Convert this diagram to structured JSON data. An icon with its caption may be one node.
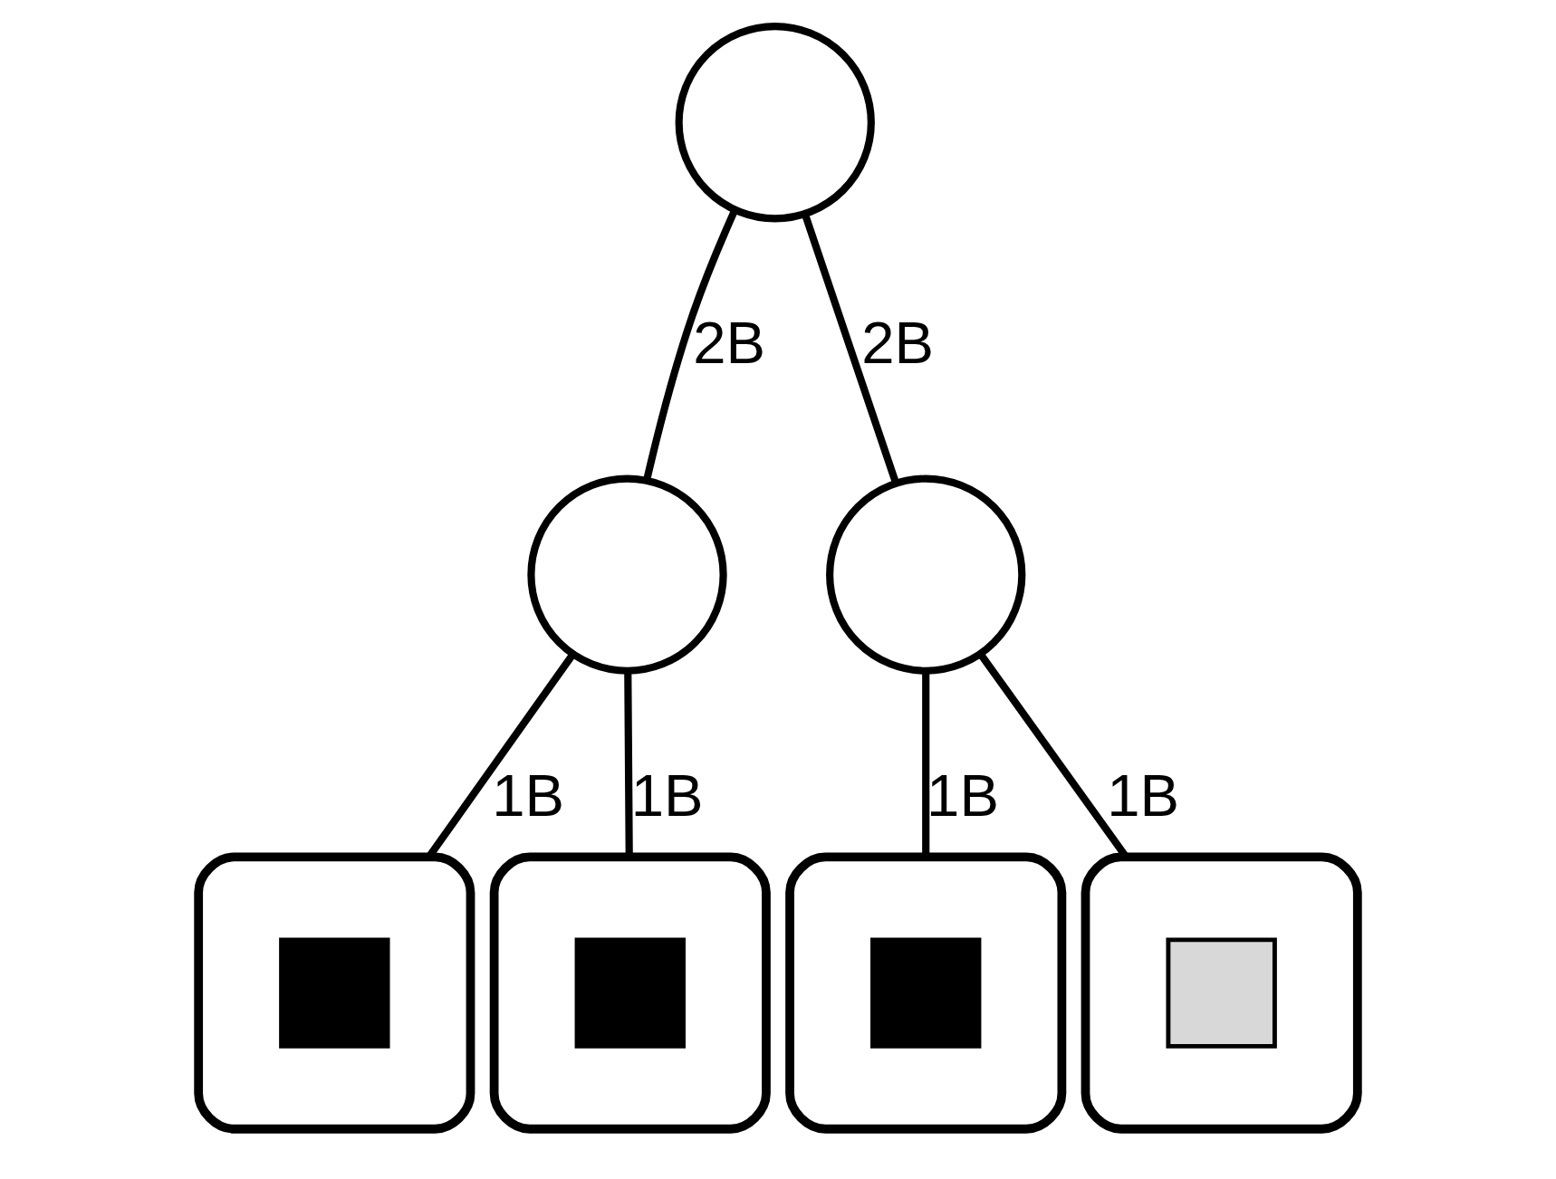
{
  "diagram": {
    "nodes": [
      {
        "text": [],
        "shape": "circle"
      },
      {
        "text": [],
        "shape": "circle"
      },
      {
        "text": [],
        "shape": "circle"
      },
      {
        "text": [],
        "shape": "box"
      },
      {
        "text": [],
        "shape": "box",
        "in": 3
      },
      {
        "text": [],
        "shape": "box"
      },
      {
        "text": [],
        "shape": "box",
        "in": 5
      },
      {
        "text": [],
        "shape": "box"
      },
      {
        "text": [],
        "shape": "box",
        "in": 7
      },
      {
        "text": [],
        "shape": "box"
      },
      {
        "text": [],
        "shape": "box",
        "in": 9
      }
    ],
    "edges": [
      {
        "from": 0,
        "to": 1,
        "arrow": "none",
        "label": "2B"
      },
      {
        "from": 0,
        "to": 2,
        "arrow": "none",
        "label": "2B"
      },
      {
        "from": 1,
        "to": 3,
        "arrow": "none",
        "label": "1B"
      },
      {
        "from": 1,
        "to": 5,
        "arrow": "none",
        "label": "1B"
      },
      {
        "from": 2,
        "to": 7,
        "arrow": "none",
        "label": "1B"
      },
      {
        "from": 2,
        "to": 9,
        "arrow": "none",
        "label": "1B"
      }
    ]
  }
}
